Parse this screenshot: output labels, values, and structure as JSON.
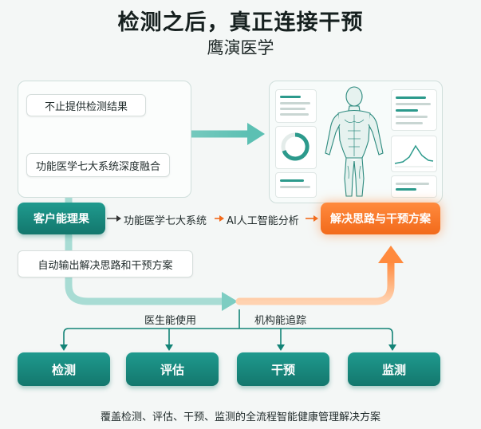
{
  "header": {
    "title": "检测之后，真正连接干预",
    "subtitle": "鹰演医学"
  },
  "left_panel": {
    "item_1": "不止提供检测结果",
    "item_2": "功能医学七大系统深度融合",
    "item_3": "自动输出解决思路和干预方案"
  },
  "flow": {
    "start": "客户能理果",
    "step_1": "功能医学七大系统",
    "step_2": "AI人工智能分析",
    "end": "解决思路与干预方案"
  },
  "branch": {
    "doctor_use": "医生能使用",
    "institution_track": "机构能追踪"
  },
  "bottom_buttons": [
    "检测",
    "评估",
    "干预",
    "监测"
  ],
  "footer": "覆盖检测、评估、干预、监测的全流程智能健康管理解决方案",
  "colors": {
    "teal": "#13776d",
    "orange": "#f26a1b",
    "background": "#f4f7f6"
  }
}
